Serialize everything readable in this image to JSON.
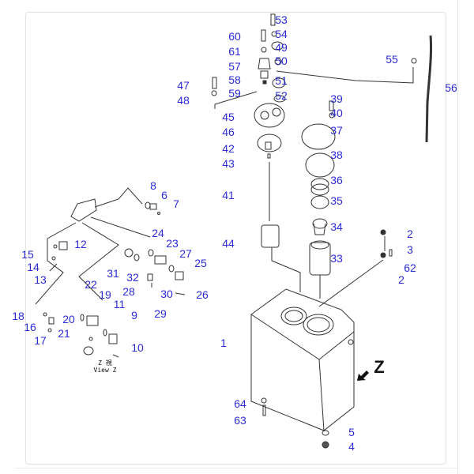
{
  "diagram": {
    "view_caption_jp": "Z 視",
    "view_caption": "View Z",
    "direction_label": "Z",
    "callouts": [
      "53",
      "54",
      "49",
      "50",
      "51",
      "52",
      "60",
      "61",
      "57",
      "58",
      "59",
      "47",
      "48",
      "45",
      "46",
      "42",
      "43",
      "41",
      "44",
      "39",
      "40",
      "37",
      "38",
      "36",
      "35",
      "34",
      "33",
      "55",
      "56",
      "2",
      "3",
      "62",
      "2",
      "8",
      "6",
      "7",
      "24",
      "23",
      "27",
      "25",
      "15",
      "12",
      "14",
      "13",
      "31",
      "32",
      "28",
      "30",
      "26",
      "29",
      "22",
      "19",
      "11",
      "9",
      "18",
      "16",
      "17",
      "20",
      "21",
      "10",
      "1",
      "64",
      "63",
      "5",
      "4"
    ]
  },
  "colors": {
    "callout": "#2b2bd6",
    "line": "#333333"
  }
}
